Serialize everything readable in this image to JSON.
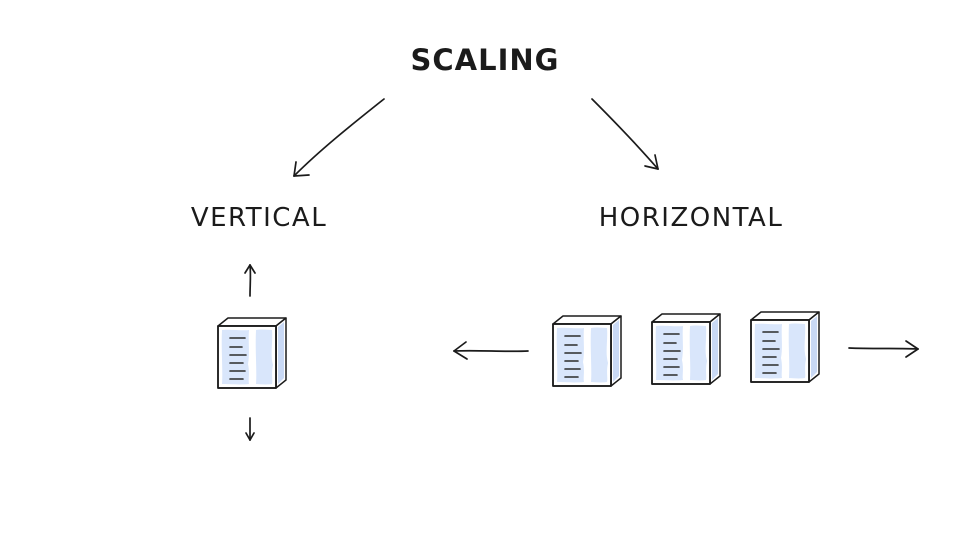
{
  "diagram": {
    "title": "SCALING",
    "branches": [
      {
        "label": "VERTICAL"
      },
      {
        "label": "HORIZONTAL"
      }
    ]
  },
  "colors": {
    "ink": "#1b1b1b",
    "server_fill": "#d9e6fb",
    "background": "#ffffff"
  }
}
